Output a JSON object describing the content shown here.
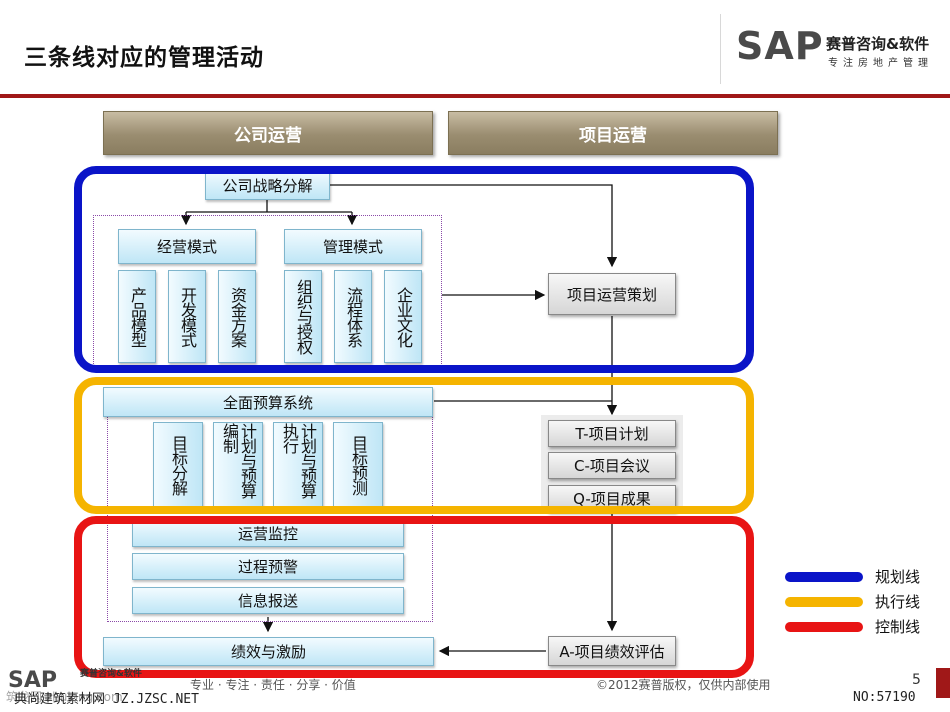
{
  "header": {
    "title": "三条线对应的管理活动",
    "logo_text": "SAP",
    "logo_cn": "赛普咨询&软件",
    "logo_sub": "专注房地产管理"
  },
  "columns": {
    "company": "公司运营",
    "project": "项目运营"
  },
  "planning": {
    "strategy": "公司战略分解",
    "business_model": "经营模式",
    "management_model": "管理模式",
    "business_items": [
      "产品模型",
      "开发模式",
      "资金方案"
    ],
    "management_items": [
      "组织与授权",
      "流程体系",
      "企业文化"
    ],
    "project_planning": "项目运营策划"
  },
  "execution": {
    "budget_system": "全面预算系统",
    "items": [
      "目标分解",
      "计划与预算编制",
      "计划与预算执行",
      "目标预测"
    ],
    "project_items": [
      "T-项目计划",
      "C-项目会议",
      "Q-项目成果"
    ]
  },
  "control": {
    "items": [
      "运营监控",
      "过程预警",
      "信息报送"
    ],
    "performance": "绩效与激励",
    "project_evaluation": "A-项目绩效评估"
  },
  "legend": [
    {
      "label": "规划线",
      "color": "#0a14c8"
    },
    {
      "label": "执行线",
      "color": "#f5b400"
    },
    {
      "label": "控制线",
      "color": "#e81414"
    }
  ],
  "footer": {
    "logo_text": "SAP",
    "logo_cn": "赛普咨询&软件",
    "values": "专业 · 专注 · 责任 · 分享 · 价值",
    "copyright": "©2012赛普版权，仅供内部使用",
    "page_number": "5",
    "watermark_left": "筑龙网 zhulong.com",
    "watermark_site": "典尚建筑素材网 JZ.JZSC.NET",
    "watermark_no": "NO:57190"
  }
}
